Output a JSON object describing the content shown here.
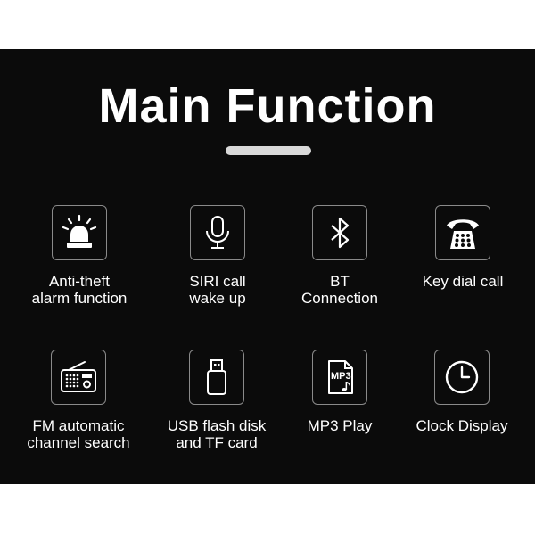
{
  "title": "Main Function",
  "features": [
    {
      "icon": "siren-icon",
      "lines": [
        "Anti-theft",
        "alarm function"
      ]
    },
    {
      "icon": "microphone-icon",
      "lines": [
        "SIRI call",
        "wake up"
      ]
    },
    {
      "icon": "bluetooth-icon",
      "lines": [
        "BT",
        "Connection"
      ]
    },
    {
      "icon": "telephone-icon",
      "lines": [
        "Key dial call"
      ]
    },
    {
      "icon": "radio-icon",
      "lines": [
        "FM automatic",
        "channel search"
      ]
    },
    {
      "icon": "usb-drive-icon",
      "lines": [
        "USB flash disk",
        "and TF card"
      ]
    },
    {
      "icon": "mp3-file-icon",
      "lines": [
        "MP3 Play"
      ],
      "icon_text": "MP3"
    },
    {
      "icon": "clock-icon",
      "lines": [
        "Clock Display"
      ]
    }
  ],
  "colors": {
    "background": "#0b0b0b",
    "text": "#ffffff",
    "accent_bar": "#d9d9d9",
    "icon_border": "#8a8a8a"
  }
}
